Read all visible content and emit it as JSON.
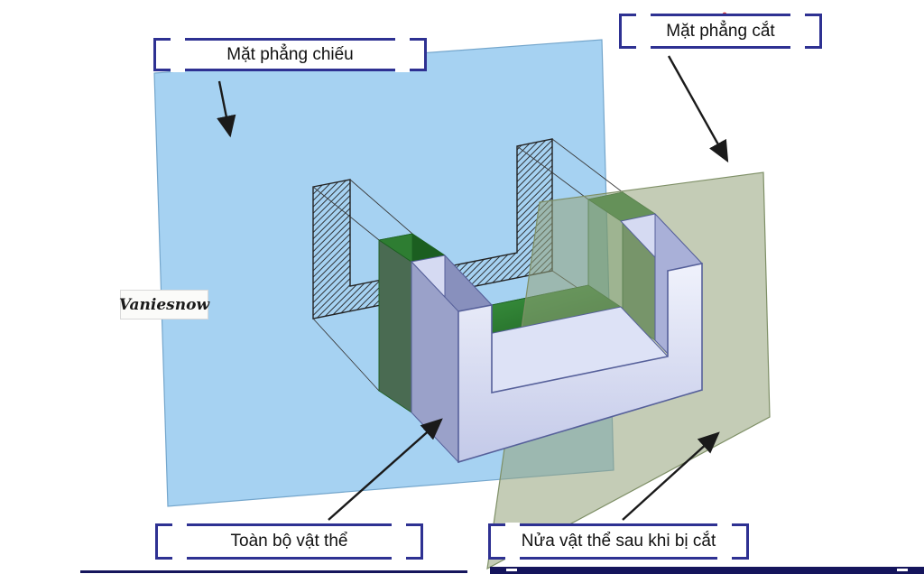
{
  "labels": {
    "projection_plane": "Mặt phẳng chiếu",
    "cutting_plane": "Mặt phẳng cắt",
    "whole_object": "Toàn bộ vật thể",
    "half_object_after_cut": "Nửa vật thể sau khi bị cắt"
  },
  "watermark": "Vaniesnow",
  "colors": {
    "label_border": "#2e3192",
    "text": "#111111",
    "arrow": "#1a1a1a",
    "plane_blue": "#a6d2f2",
    "plane_blue_edge": "#74a6cc",
    "plane_green": "#94a37a",
    "plane_green_edge": "#7e8f66",
    "hatch_line": "#222222",
    "wireframe": "#3a3a3a",
    "green_top": "#2e7d32",
    "green_floor": "#43a047",
    "green_dark": "#1b5e20",
    "green_side": "#4a6b52",
    "white_face": "#f0f2fc",
    "white_face_deep": "#c3c9e8",
    "lavender_top": "#d5daf2",
    "lavender_floor": "#dde2f6",
    "lavender_inner": "#8890bd",
    "lavender_side": "#9aa1c9",
    "lavender_right": "#a9b0d8",
    "object_edge": "#56609a",
    "watermark_bg": "#fbfbf9",
    "red_mark": "#d84040",
    "bottom_bar": "#15155c"
  }
}
